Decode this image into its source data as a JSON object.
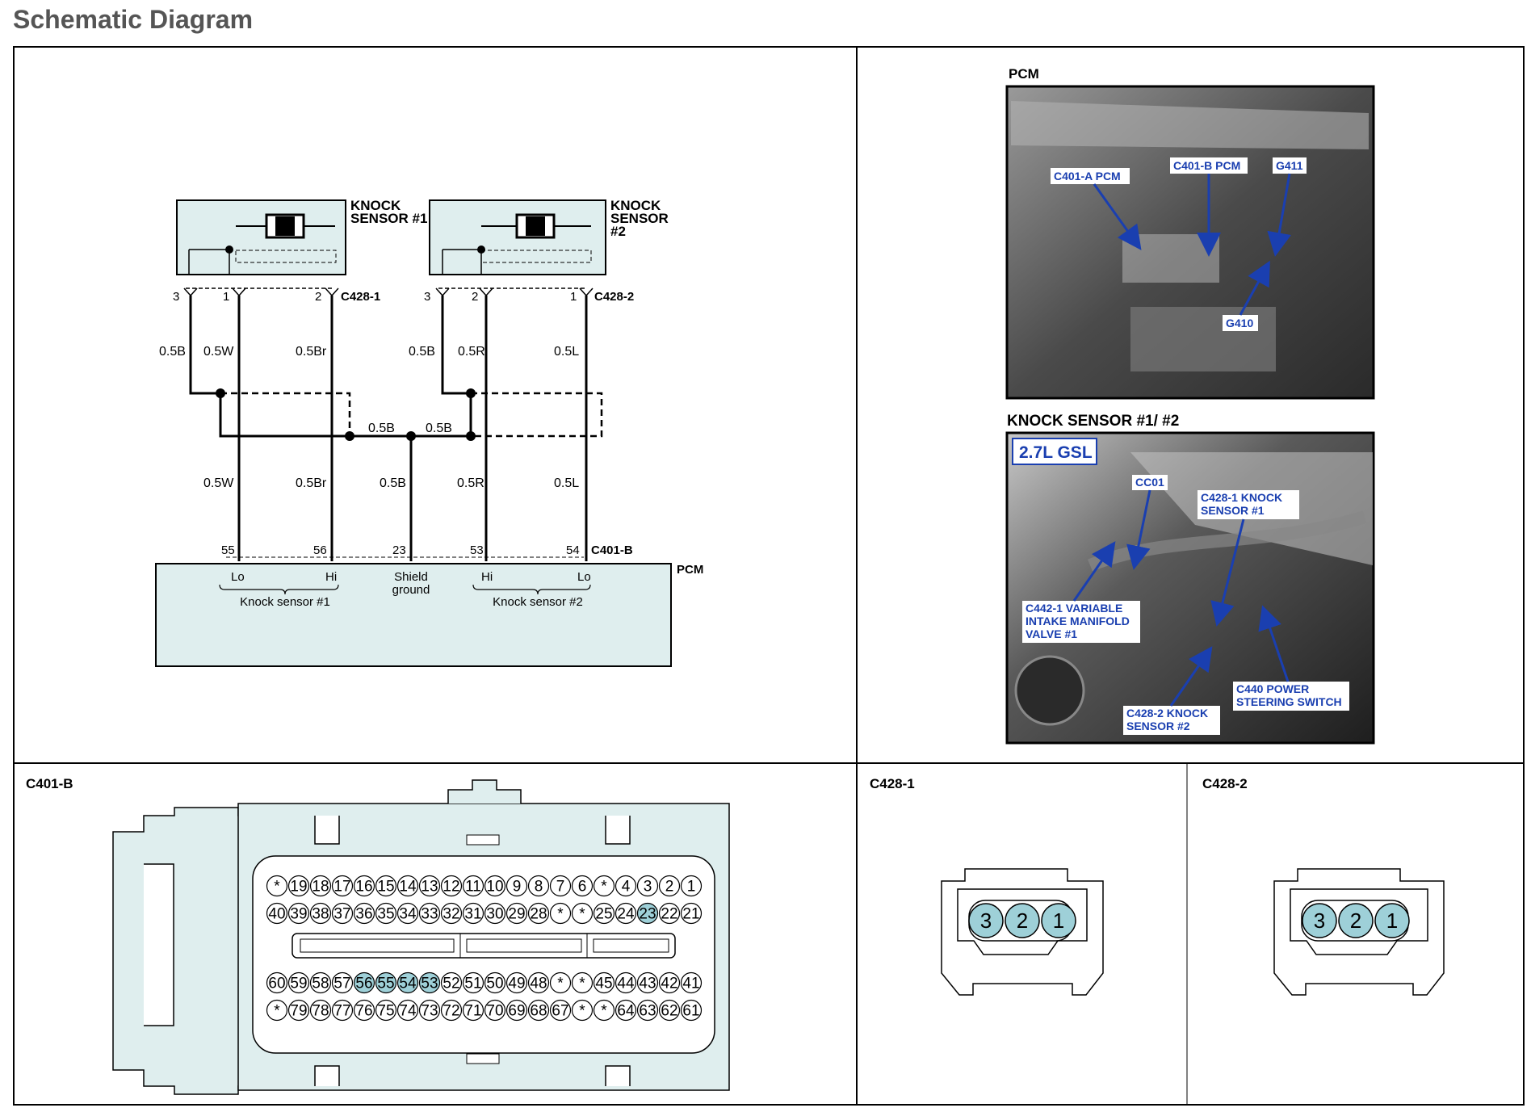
{
  "page": {
    "title": "Schematic Diagram"
  },
  "sensors": [
    {
      "name_line1": "KNOCK",
      "name_line2": "SENSOR #1",
      "name_line3": "",
      "pins": [
        "3",
        "1",
        "2"
      ],
      "connector": "C428-1"
    },
    {
      "name_line1": "KNOCK",
      "name_line2": "SENSOR",
      "name_line3": "#2",
      "pins": [
        "3",
        "2",
        "1"
      ],
      "connector": "C428-2"
    }
  ],
  "wires": {
    "upper": [
      "0.5B",
      "0.5W",
      "0.5Br",
      "0.5B",
      "0.5R",
      "0.5L"
    ],
    "middle": [
      "0.5B",
      "0.5B"
    ],
    "lower": [
      "0.5W",
      "0.5Br",
      "0.5B",
      "0.5R",
      "0.5L"
    ]
  },
  "pcm": {
    "label": "PCM",
    "connector": "C401-B",
    "pins": [
      "55",
      "56",
      "23",
      "53",
      "54"
    ],
    "terminals": [
      "Lo",
      "Hi",
      "Hi",
      "Lo"
    ],
    "shield_line1": "Shield",
    "shield_line2": "ground",
    "group1": "Knock sensor #1",
    "group2": "Knock sensor #2"
  },
  "photos": {
    "pcm_title": "PCM",
    "pcm_callouts": [
      "C401-A PCM",
      "C401-B PCM",
      "G411",
      "G410"
    ],
    "knock_title": "KNOCK SENSOR #1/ #2",
    "engine_badge": "2.7L GSL",
    "knock_callouts": {
      "cc01": "CC01",
      "c428_1_l1": "C428-1 KNOCK",
      "c428_1_l2": "SENSOR #1",
      "c442_l1": "C442-1 VARIABLE",
      "c442_l2": "INTAKE MANIFOLD",
      "c442_l3": "VALVE #1",
      "c440_l1": "C440 POWER",
      "c440_l2": "STEERING SWITCH",
      "c428_2_l1": "C428-2 KNOCK",
      "c428_2_l2": "SENSOR #2"
    }
  },
  "connectors": {
    "c401b_label": "C401-B",
    "c401b_rows": [
      [
        "*",
        "19",
        "18",
        "17",
        "16",
        "15",
        "14",
        "13",
        "12",
        "11",
        "10",
        "9",
        "8",
        "7",
        "6",
        "*",
        "4",
        "3",
        "2",
        "1"
      ],
      [
        "40",
        "39",
        "38",
        "37",
        "36",
        "35",
        "34",
        "33",
        "32",
        "31",
        "30",
        "29",
        "28",
        "*",
        "*",
        "25",
        "24",
        "23",
        "22",
        "21"
      ],
      [
        "60",
        "59",
        "58",
        "57",
        "56",
        "55",
        "54",
        "53",
        "52",
        "51",
        "50",
        "49",
        "48",
        "*",
        "*",
        "45",
        "44",
        "43",
        "42",
        "41"
      ],
      [
        "*",
        "79",
        "78",
        "77",
        "76",
        "75",
        "74",
        "73",
        "72",
        "71",
        "70",
        "69",
        "68",
        "67",
        "*",
        "*",
        "64",
        "63",
        "62",
        "61"
      ]
    ],
    "c401b_highlight": [
      "23",
      "56",
      "55",
      "54",
      "53"
    ],
    "c428_1_label": "C428-1",
    "c428_1_pins": [
      "3",
      "2",
      "1"
    ],
    "c428_2_label": "C428-2",
    "c428_2_pins": [
      "3",
      "2",
      "1"
    ]
  },
  "colors": {
    "panel_fill": "#dfeeee",
    "pin_highlight": "#9ed0d8",
    "callout": "#1a3fb0"
  }
}
